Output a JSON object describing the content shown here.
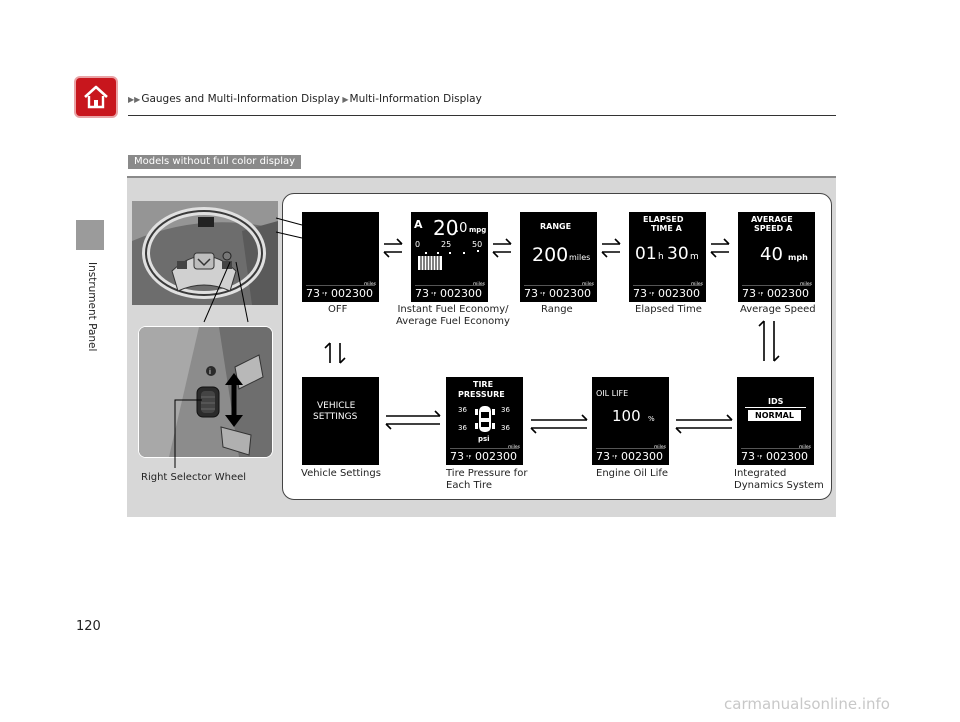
{
  "header": {
    "breadcrumb_1": "Gauges and Multi-Information Display",
    "breadcrumb_2": "Multi-Information Display"
  },
  "sidebar": {
    "section_label": "Instrument Panel"
  },
  "badge": "Models without full color display",
  "odometer": {
    "temp": "73",
    "temp_unit": "°F",
    "reading": "002300",
    "unit": "miles"
  },
  "screens": {
    "off": {
      "caption": "OFF"
    },
    "fuel": {
      "caption_1": "Instant Fuel Economy/",
      "caption_2": "Average Fuel Economy",
      "letter": "A",
      "value_int": "20",
      "value_dec": ".0",
      "unit": "mpg",
      "scale_0": "0",
      "scale_25": "25",
      "scale_50": "50"
    },
    "range": {
      "caption": "Range",
      "title": "RANGE",
      "value": "200",
      "unit": "miles"
    },
    "elapsed": {
      "caption": "Elapsed Time",
      "title_1": "ELAPSED",
      "title_2": "TIME A",
      "hours": "01",
      "h": "h",
      "minutes": "30",
      "m": "m"
    },
    "speed": {
      "caption": "Average Speed",
      "title_1": "AVERAGE",
      "title_2": "SPEED A",
      "value": "40",
      "unit": "mph"
    },
    "vehicle": {
      "caption": "Vehicle Settings",
      "title_1": "VEHICLE",
      "title_2": "SETTINGS"
    },
    "tire": {
      "caption_1": "Tire Pressure for",
      "caption_2": "Each Tire",
      "title_1": "TIRE",
      "title_2": "PRESSURE",
      "fl": "36",
      "fr": "36",
      "rl": "36",
      "rr": "36",
      "unit": "psi"
    },
    "oil": {
      "caption": "Engine Oil Life",
      "title": "OIL LIFE",
      "value": "100",
      "unit": "%"
    },
    "ids": {
      "caption_1": "Integrated",
      "caption_2": "Dynamics System",
      "title": "IDS",
      "mode": "NORMAL"
    }
  },
  "wheel_label": "Right Selector Wheel",
  "page_number": "120",
  "watermark": "carmanualsonline.info",
  "colors": {
    "accent": "#c8161d",
    "panel": "#d7d7d7",
    "screen": "#000000"
  }
}
